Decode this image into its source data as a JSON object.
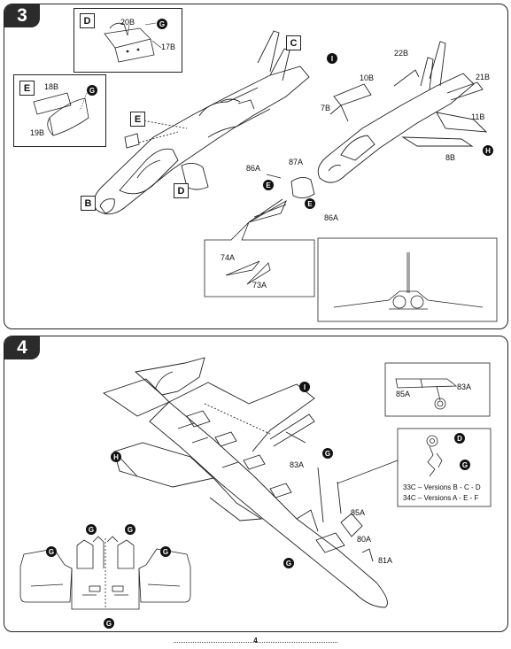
{
  "steps": {
    "step3": "3",
    "step4": "4"
  },
  "page_number": "4",
  "step3_labels": {
    "box_d": "D",
    "box_e": "E",
    "part_20b": "20B",
    "part_17b": "17B",
    "part_18b": "18B",
    "part_19b": "19B",
    "marker_b": "B",
    "marker_c": "C",
    "marker_d": "D",
    "marker_e": "E",
    "part_86a_left": "86A",
    "part_87a": "87A",
    "part_86a_right": "86A",
    "part_74a": "74A",
    "part_73a": "73A",
    "part_10b": "10B",
    "part_22b": "22B",
    "part_21b": "21B",
    "part_7b": "7B",
    "part_11b": "11B",
    "part_8b": "8B"
  },
  "step4_labels": {
    "part_85a_inset": "85A",
    "part_83a_inset": "83A",
    "part_83a": "83A",
    "part_85a": "85A",
    "part_80a": "80A",
    "part_81a": "81A",
    "part_33c": "33C",
    "versions_33c": "– Versions B - C - D",
    "part_34c": "34C",
    "versions_34c": "– Versions A - E - F"
  },
  "glue_markers": {
    "G": "G",
    "E": "E",
    "I": "I",
    "H": "H",
    "D": "D"
  }
}
